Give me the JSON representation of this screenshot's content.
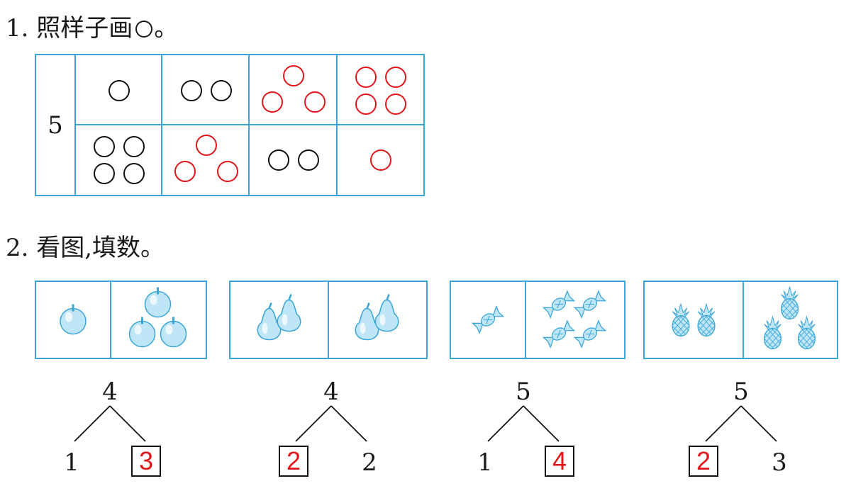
{
  "q1": {
    "title": "1. 照样子画",
    "title_end": "。",
    "number": "5",
    "colors": {
      "border": "#3aa6d8",
      "given": "#111111",
      "answer": "#e2151b"
    },
    "rows": [
      [
        {
          "circles": 1,
          "filled_by_student": false
        },
        {
          "circles": 2,
          "filled_by_student": false
        },
        {
          "circles": 3,
          "filled_by_student": true
        },
        {
          "circles": 4,
          "filled_by_student": true
        }
      ],
      [
        {
          "circles": 4,
          "filled_by_student": false
        },
        {
          "circles": 3,
          "filled_by_student": true
        },
        {
          "circles": 2,
          "filled_by_student": false
        },
        {
          "circles": 1,
          "filled_by_student": true
        }
      ]
    ]
  },
  "q2": {
    "title": "2. 看图,填数。",
    "groups": [
      {
        "picture": "apple-icon",
        "left_count": 1,
        "right_count": 3,
        "top": "4",
        "left": "1",
        "right": "3",
        "answer_side": "right"
      },
      {
        "picture": "pear-icon",
        "left_count": 2,
        "right_count": 2,
        "top": "4",
        "left": "2",
        "right": "2",
        "answer_side": "left"
      },
      {
        "picture": "candy-icon",
        "left_count": 1,
        "right_count": 4,
        "top": "5",
        "left": "1",
        "right": "4",
        "answer_side": "right"
      },
      {
        "picture": "pineapple-icon",
        "left_count": 2,
        "right_count": 3,
        "top": "5",
        "left": "2",
        "right": "3",
        "answer_side": "left"
      }
    ]
  }
}
